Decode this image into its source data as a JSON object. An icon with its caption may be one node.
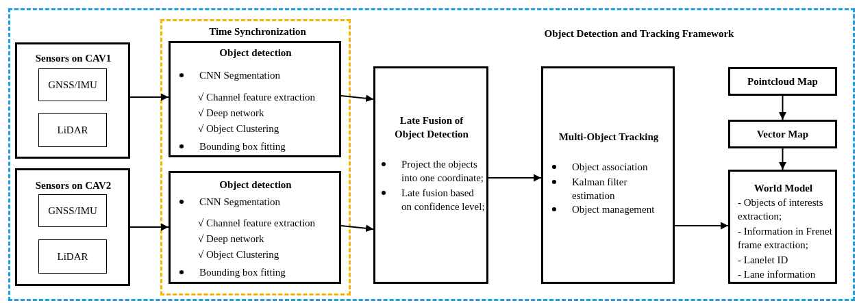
{
  "diagram": {
    "nodes": [
      {
        "text": [
          "Object Detection and Tracking Framework"
        ]
      },
      {
        "text": [
          "Time Synchronization"
        ],
        "in": 0
      },
      {
        "text": [
          "Sensors on CAV1"
        ],
        "in": 0
      },
      {
        "text": [
          "GNSS/IMU"
        ],
        "in": 2
      },
      {
        "text": [
          "LiDAR"
        ],
        "in": 2
      },
      {
        "text": [
          "Sensors on CAV2"
        ],
        "in": 0
      },
      {
        "text": [
          "GNSS/IMU"
        ],
        "in": 5
      },
      {
        "text": [
          "LiDAR"
        ],
        "in": 5
      },
      {
        "text": [
          "Object detection",
          "CNN Segmentation",
          "√ Channel feature extraction",
          "√ Deep network",
          "√ Object Clustering",
          "Bounding box fitting"
        ],
        "in": 1
      },
      {
        "text": [
          "Object detection",
          "CNN Segmentation",
          "√ Channel feature extraction",
          "√ Deep network",
          "√ Object Clustering",
          "Bounding box fitting"
        ],
        "in": 1
      },
      {
        "text": [
          "Late Fusion of Object Detection",
          "Project the objects into one coordinate;",
          "Late fusion based on confidence level;"
        ],
        "in": 0
      },
      {
        "text": [
          "Multi-Object Tracking",
          "Object association",
          "Kalman filter estimation",
          "Object management"
        ],
        "in": 0
      },
      {
        "text": [
          "Pointcloud Map"
        ],
        "in": 0
      },
      {
        "text": [
          "Vector Map"
        ],
        "in": 0
      },
      {
        "text": [
          "World Model",
          "- Objects of interests extraction;",
          "- Information in Frenet frame extraction;",
          "- Lanelet ID",
          "- Lane information"
        ],
        "in": 0
      }
    ],
    "edges": [
      {
        "from": 2,
        "to": 8,
        "arrow": "to"
      },
      {
        "from": 5,
        "to": 9,
        "arrow": "to"
      },
      {
        "from": 8,
        "to": 10,
        "arrow": "to"
      },
      {
        "from": 9,
        "to": 10,
        "arrow": "to"
      },
      {
        "from": 10,
        "to": 11,
        "arrow": "to"
      },
      {
        "from": 11,
        "to": 14,
        "arrow": "to"
      },
      {
        "from": 12,
        "to": 13,
        "arrow": "to"
      },
      {
        "from": 13,
        "to": 14,
        "arrow": "to"
      }
    ]
  }
}
